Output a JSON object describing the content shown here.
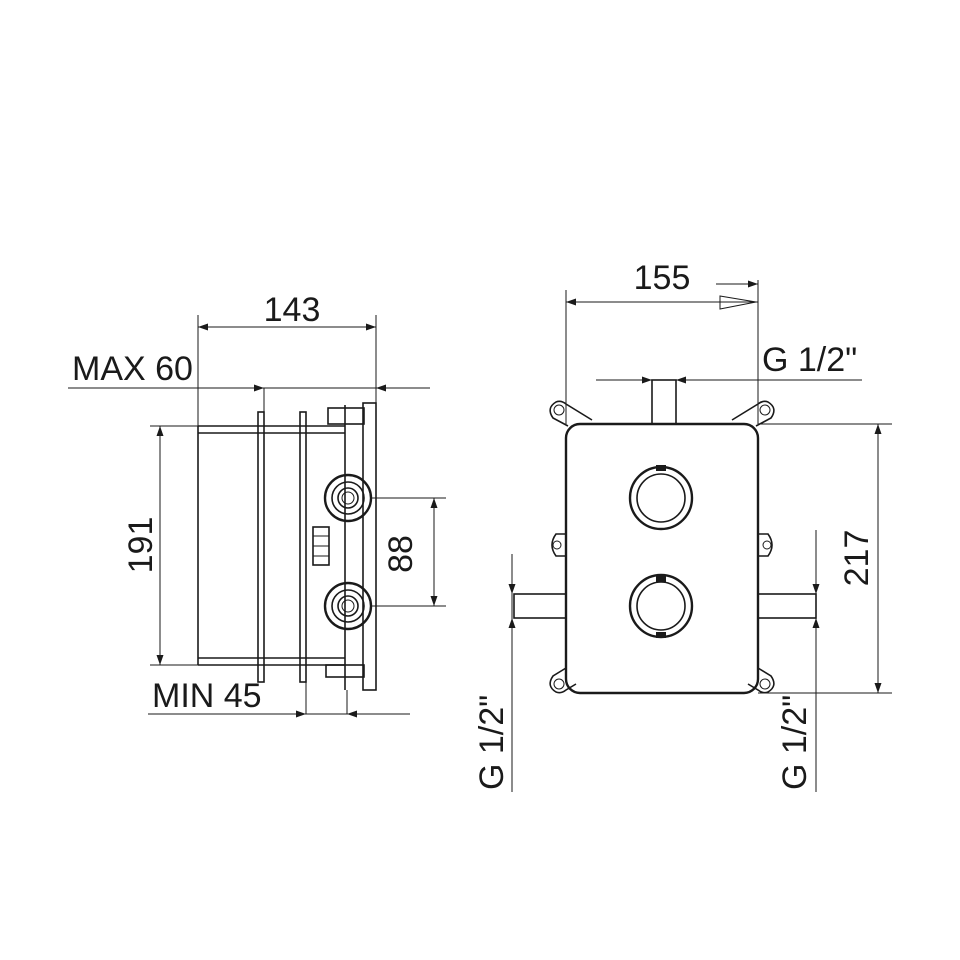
{
  "side_view": {
    "width_143": "143",
    "max_60": "MAX 60",
    "height_191": "191",
    "spacing_88": "88",
    "min_45": "MIN 45"
  },
  "front_view": {
    "width_155": "155",
    "top_thread": "G 1/2\"",
    "height_217": "217",
    "left_thread": "G 1/2\"",
    "right_thread": "G 1/2\""
  },
  "colors": {
    "ink": "#1a1a1a",
    "background": "#ffffff"
  }
}
